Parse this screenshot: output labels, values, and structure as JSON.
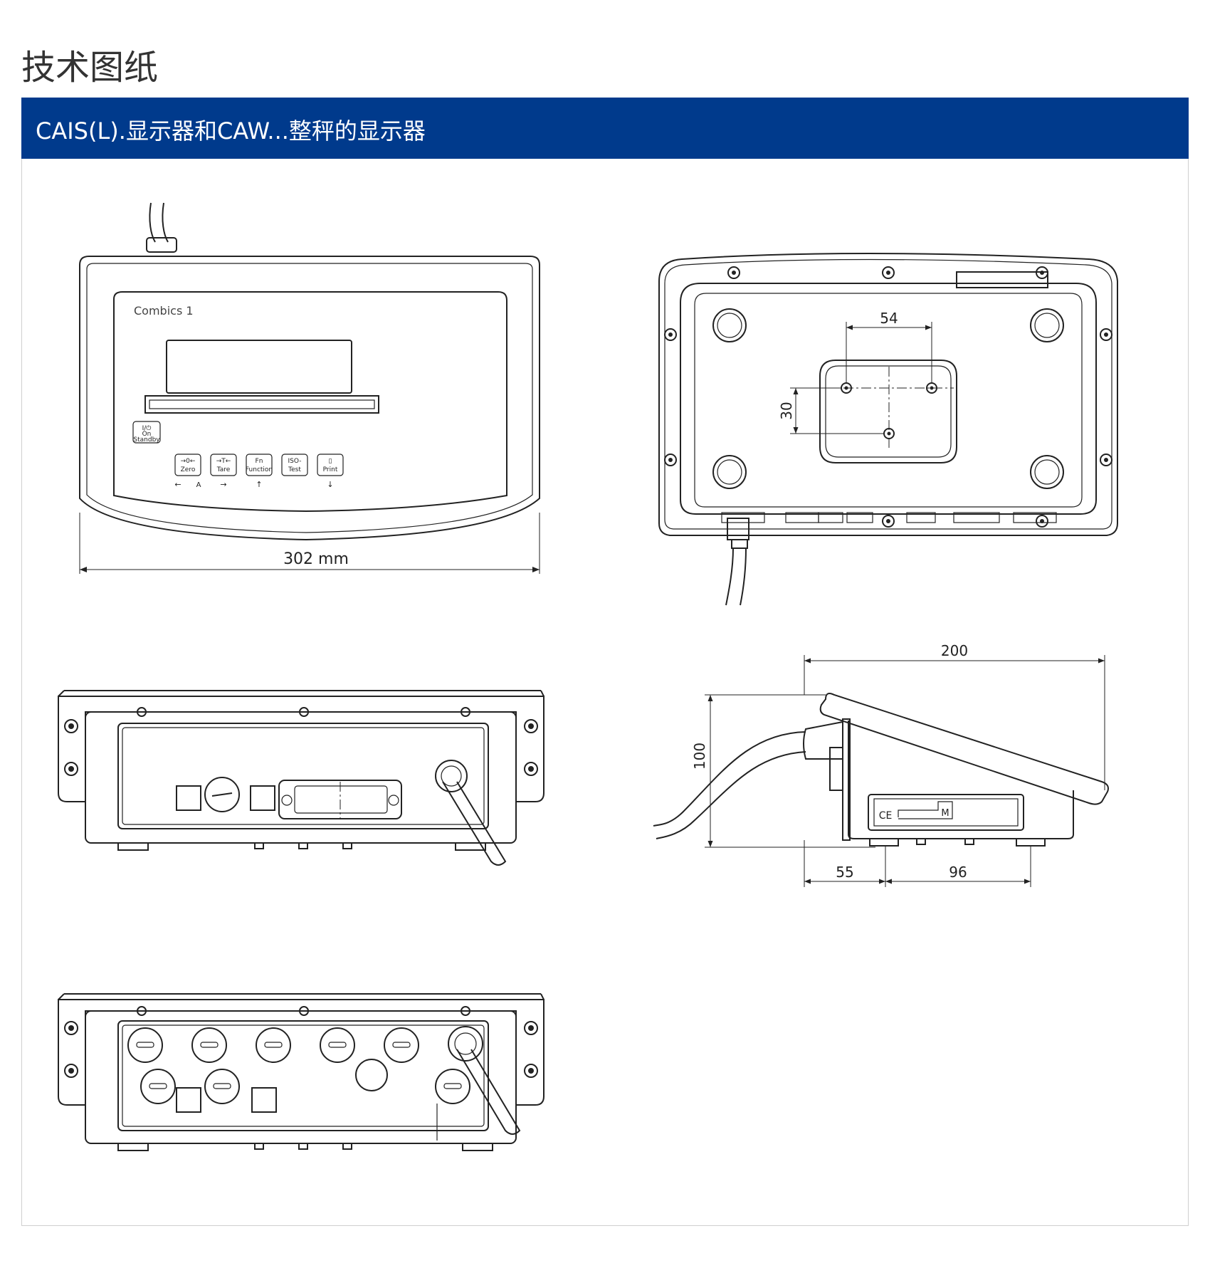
{
  "page_title": "技术图纸",
  "banner": {
    "title": "CAIS(L).显示器和CAW...整秤的显示器",
    "color": "#003a8c"
  },
  "front_view": {
    "brand": "Combics 1",
    "standby_key": {
      "line1": "On",
      "line2": "Standby"
    },
    "keys": [
      {
        "symbol": "→0←",
        "label": "Zero",
        "arrow": "←"
      },
      {
        "symbol": "→T←",
        "label": "Tare",
        "arrow": "→"
      },
      {
        "symbol": "Fn",
        "label": "Function",
        "arrow": "↑"
      },
      {
        "symbol": "ISO-",
        "label": "Test",
        "arrow": ""
      },
      {
        "symbol": "▯",
        "label": "Print",
        "arrow": "↓"
      }
    ],
    "extra_marker": "A",
    "width_dimension": "302 mm"
  },
  "rear_view": {
    "hole_spacing_h": "54",
    "hole_spacing_v": "30"
  },
  "side_view": {
    "depth": "200",
    "height": "100",
    "foot_offset": "55",
    "foot_spacing": "96",
    "label_mark": "M"
  }
}
